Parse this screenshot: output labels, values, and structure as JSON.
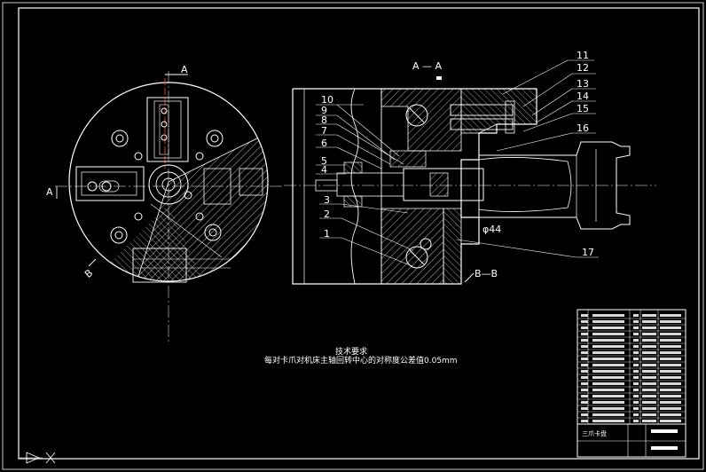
{
  "drawing": {
    "section_label": "A — A",
    "cut_label_a": "A",
    "cut_label_b": "B",
    "section_bb": "B—B",
    "part_numbers": [
      "1",
      "2",
      "3",
      "4",
      "5",
      "6",
      "7",
      "8",
      "9",
      "10",
      "11",
      "12",
      "13",
      "14",
      "15",
      "16",
      "17"
    ],
    "dimension_note": "φ44",
    "title_block_name": "三爪卡盘",
    "technical_requirements": {
      "title": "技术要求",
      "text": "每对卡爪对机床主轴回转中心的对称度公差值0.05mm"
    }
  },
  "colors": {
    "background": "#000000",
    "line": "#ffffff",
    "centerline": "#ff3333",
    "frame": "#ffffff"
  }
}
